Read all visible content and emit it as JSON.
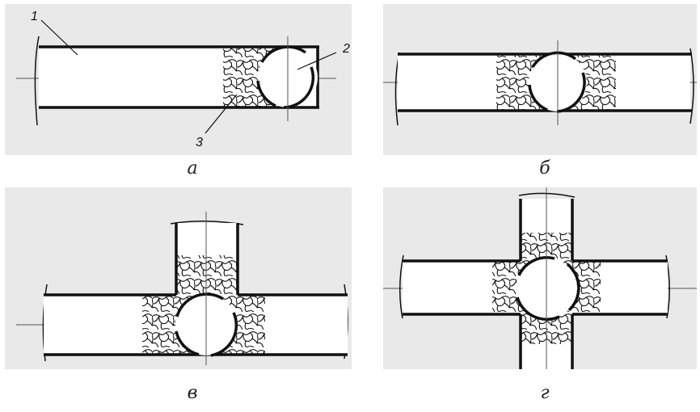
{
  "panels": [
    {
      "id": "a",
      "caption": "а",
      "labels": {
        "one": "1",
        "two": "2",
        "three": "3"
      }
    },
    {
      "id": "b",
      "caption": "б"
    },
    {
      "id": "v",
      "caption": "в"
    },
    {
      "id": "g",
      "caption": "г"
    }
  ],
  "colors": {
    "background": "#e9e9e9",
    "stroke": "#111111",
    "fill": "#ffffff",
    "axis": "#555555"
  },
  "icons": [
    "pipe-section",
    "spherical-ball",
    "rubble-fill",
    "center-axis"
  ]
}
